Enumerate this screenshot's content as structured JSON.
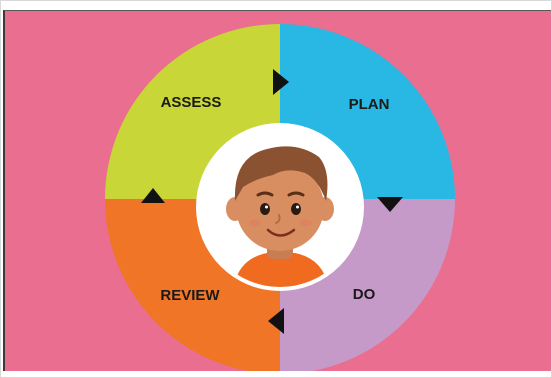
{
  "cycle": {
    "segments": [
      {
        "label": "ASSESS",
        "color": "#c8d637"
      },
      {
        "label": "PLAN",
        "color": "#29b7e3"
      },
      {
        "label": "DO",
        "color": "#c59ac9"
      },
      {
        "label": "REVIEW",
        "color": "#f07527"
      }
    ]
  },
  "colors": {
    "background": "#ea6e8f",
    "center": "#ffffff",
    "arrow": "#111111",
    "skin": "#d98e62",
    "hair": "#8a5230",
    "shirt": "#f06a1f"
  },
  "center_icon": "smiling-boy-avatar"
}
